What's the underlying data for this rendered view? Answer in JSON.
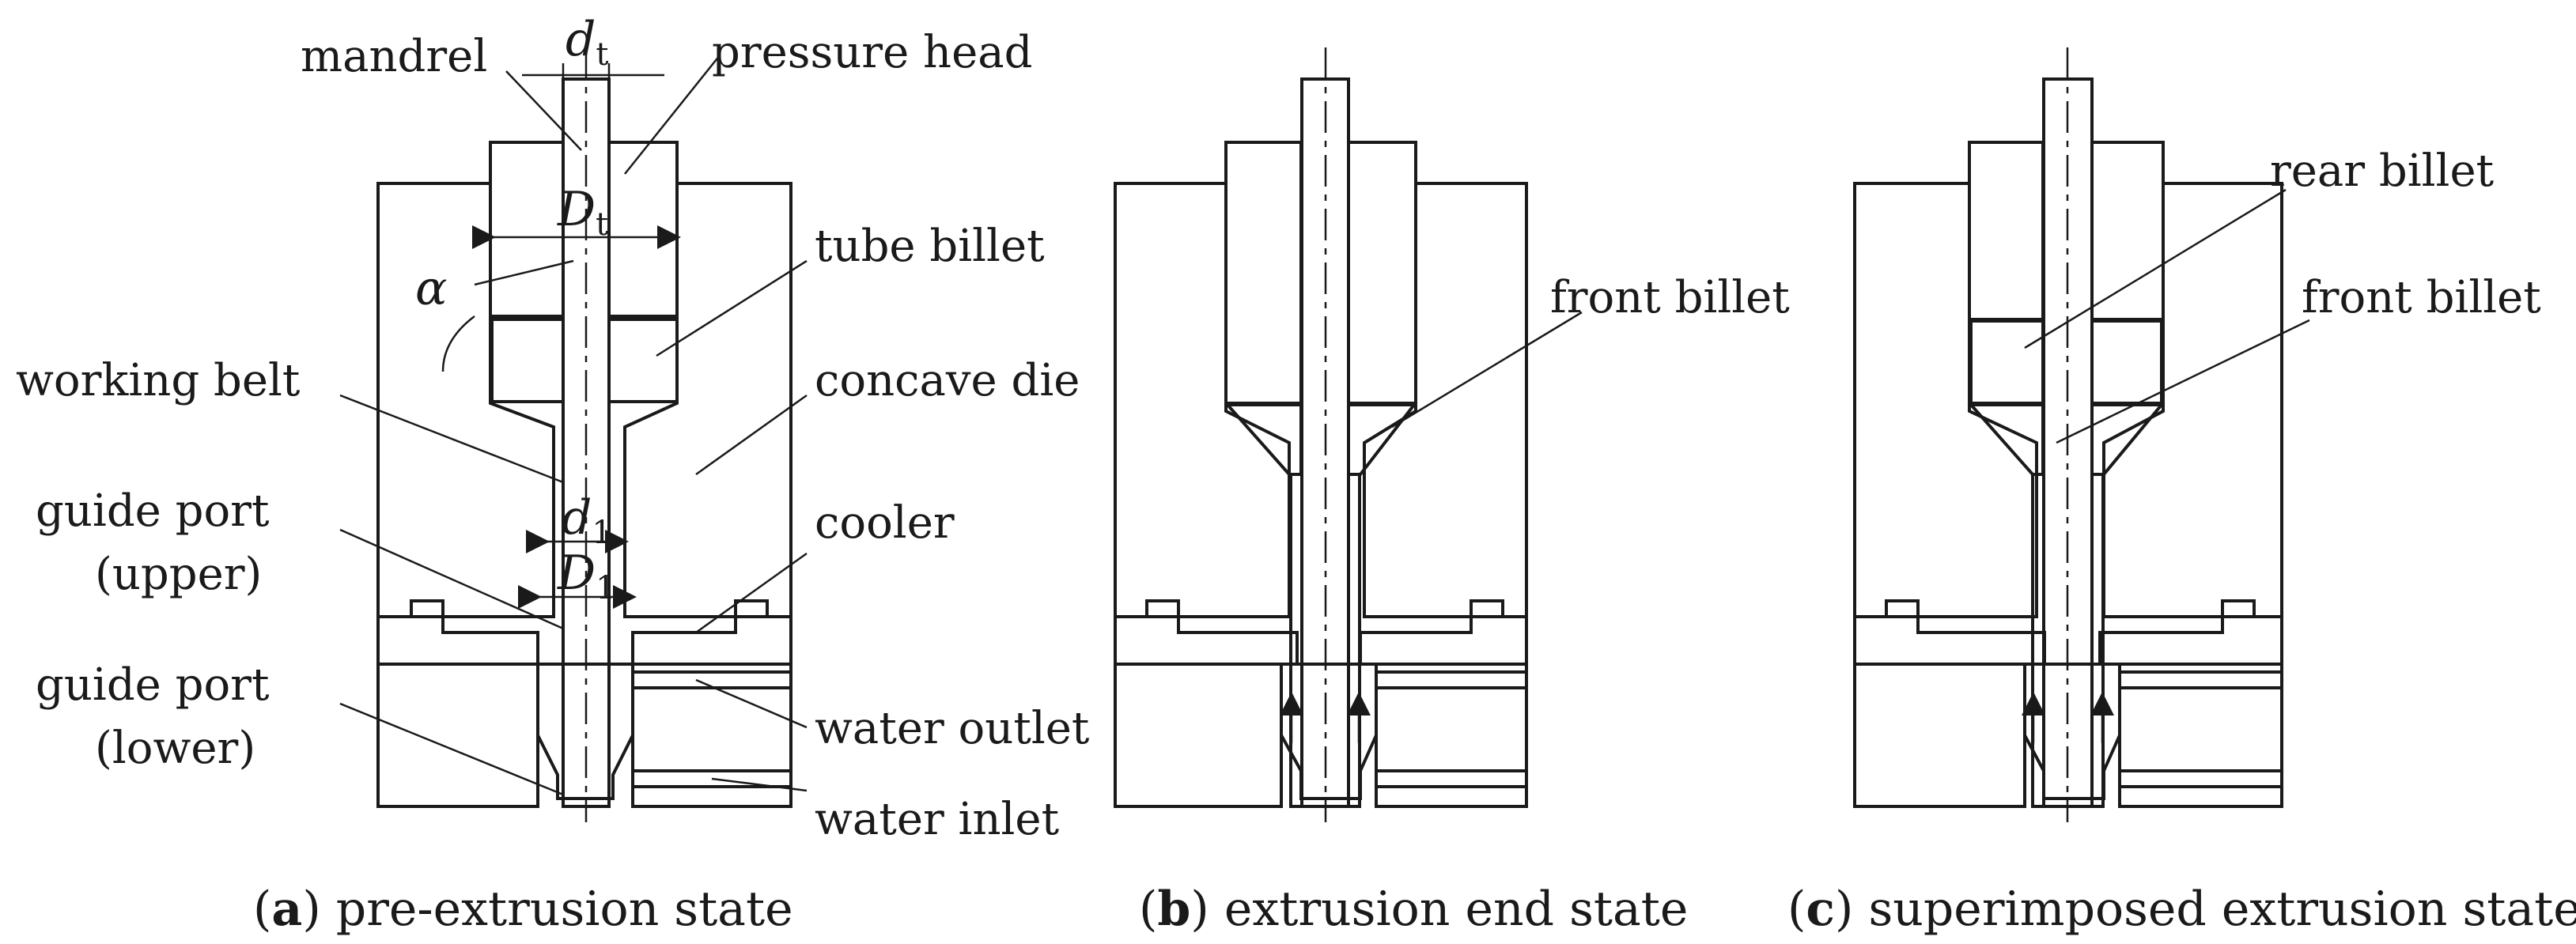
{
  "labels": {
    "mandrel": "mandrel",
    "pressure_head": "pressure head",
    "tube_billet": "tube billet",
    "working_belt": "working belt",
    "concave_die": "concave die",
    "guide_port_upper_1": "guide port",
    "guide_port_upper_2": "(upper)",
    "cooler": "cooler",
    "guide_port_lower_1": "guide port",
    "guide_port_lower_2": "(lower)",
    "water_outlet": "water outlet",
    "water_inlet": "water inlet",
    "front_billet_b": "front billet",
    "rear_billet": "rear billet",
    "front_billet_c": "front billet"
  },
  "symbols": {
    "dt_main": "d",
    "dt_sub": "t",
    "Dt_main": "D",
    "Dt_sub": "t",
    "alpha": "α",
    "d1_main": "d",
    "d1_sub": "1",
    "D1_main": "D",
    "D1_sub": "1"
  },
  "captions": {
    "a_letter": "a",
    "a_text": " pre-extrusion state",
    "b_letter": "b",
    "b_text": " extrusion end state",
    "c_letter": "c",
    "c_text": " superimposed extrusion state"
  }
}
